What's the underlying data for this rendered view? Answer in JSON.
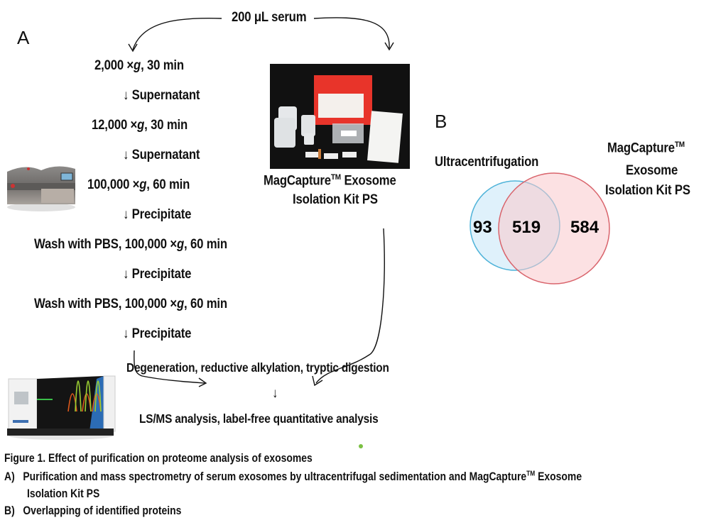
{
  "panel_a": {
    "label": "A",
    "source": "200 μL serum",
    "ultracentrifugation_steps": [
      {
        "type": "spin",
        "prefix": "2,000 ×",
        "g": "g",
        "suffix": ", 30 min"
      },
      {
        "type": "arrow",
        "arrow": "↓",
        "text": "Supernatant"
      },
      {
        "type": "spin",
        "prefix": "12,000 ×",
        "g": "g",
        "suffix": ", 30 min"
      },
      {
        "type": "arrow",
        "arrow": "↓",
        "text": "Supernatant"
      },
      {
        "type": "spin",
        "prefix": "100,000 ×",
        "g": "g",
        "suffix": ", 60 min"
      },
      {
        "type": "arrow",
        "arrow": "↓",
        "text": "Precipitate"
      },
      {
        "type": "spin",
        "prefix": "Wash with PBS, 100,000 ×",
        "g": "g",
        "suffix": ", 60 min"
      },
      {
        "type": "arrow",
        "arrow": "↓",
        "text": "Precipitate"
      },
      {
        "type": "spin",
        "prefix": "Wash with PBS, 100,000 ×",
        "g": "g",
        "suffix": ", 60 min"
      },
      {
        "type": "arrow",
        "arrow": "↓",
        "text": "Precipitate"
      }
    ],
    "kit_label_line1": "MagCapture",
    "kit_tm": "TM",
    "kit_label_line1_rest": " Exosome",
    "kit_label_line2": "Isolation Kit PS",
    "digestion_step": "Degeneration, reductive alkylation, tryptic digestion",
    "down_arrow": "↓",
    "analysis_step": "LS/MS analysis, label-free quantitative analysis",
    "images": [
      "centrifuge-image",
      "kit-photo",
      "mass-spectrometer-image"
    ]
  },
  "panel_b": {
    "label": "B",
    "set_left_label": "Ultracentrifugation",
    "set_right_label_line1": "MagCapture",
    "set_right_tm": "TM",
    "set_right_label_line2": "Exosome",
    "set_right_label_line3": "Isolation Kit PS",
    "colors": {
      "left_fill": "#dff1fb",
      "left_stroke": "#4fb3d9",
      "right_fill": "#f9c9cc",
      "right_stroke": "#d9646c"
    }
  },
  "chart_data": {
    "type": "venn",
    "title": "Overlapping of identified proteins",
    "sets": [
      {
        "name": "Ultracentrifugation",
        "only": 93
      },
      {
        "name": "MagCapture™ Exosome Isolation Kit PS",
        "only": 584
      }
    ],
    "intersection": 519,
    "values": {
      "left_only": "93",
      "both": "519",
      "right_only": "584"
    }
  },
  "caption": {
    "title": "Figure 1. Effect of purification on proteome analysis of exosomes",
    "a_marker": "A)",
    "a_text_1": "Purification and mass spectrometry of serum exosomes by ultracentrifugal sedimentation and MagCapture",
    "a_tm": "TM",
    "a_text_2": " Exosome",
    "a_text_3": "Isolation Kit PS",
    "b_marker": "B)",
    "b_text": "Overlapping of identified proteins"
  }
}
